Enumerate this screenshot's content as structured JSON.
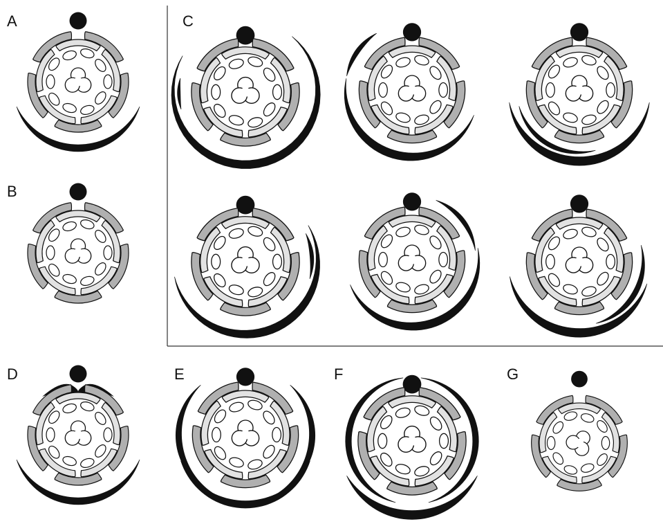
{
  "colors": {
    "background": "#ffffff",
    "ink": "#111111",
    "sepal_fill": "#b0b0b0",
    "petal_fill": "#e2e2e2",
    "stamen_fill": "#ffffff",
    "bract_fill": "#111111"
  },
  "panel_labels": {
    "a": "A",
    "b": "B",
    "c": "C",
    "d": "D",
    "e": "E",
    "f": "F",
    "g": "G"
  },
  "diagrams": [
    {
      "id": "A",
      "label_key": "a",
      "bracts": [
        "front"
      ]
    },
    {
      "id": "B",
      "label_key": "b",
      "bracts": []
    },
    {
      "id": "C1",
      "label_key": "c",
      "bracts": [
        "spiral-left"
      ]
    },
    {
      "id": "C2",
      "bracts": [
        "spiral-left-high"
      ]
    },
    {
      "id": "C3",
      "bracts": [
        "double-front"
      ]
    },
    {
      "id": "C4",
      "bracts": [
        "spiral-right"
      ]
    },
    {
      "id": "C5",
      "bracts": [
        "spiral-right-high"
      ]
    },
    {
      "id": "C6",
      "bracts": [
        "double-front-right"
      ]
    },
    {
      "id": "D",
      "label_key": "d",
      "bracts": [
        "front",
        "back-wing"
      ]
    },
    {
      "id": "E",
      "label_key": "e",
      "bracts": [
        "front",
        "two-lateral"
      ]
    },
    {
      "id": "F",
      "label_key": "f",
      "bracts": [
        "two-lateral-wide",
        "front-pair"
      ]
    },
    {
      "id": "G",
      "label_key": "g",
      "bracts": [],
      "rotated": true
    }
  ]
}
